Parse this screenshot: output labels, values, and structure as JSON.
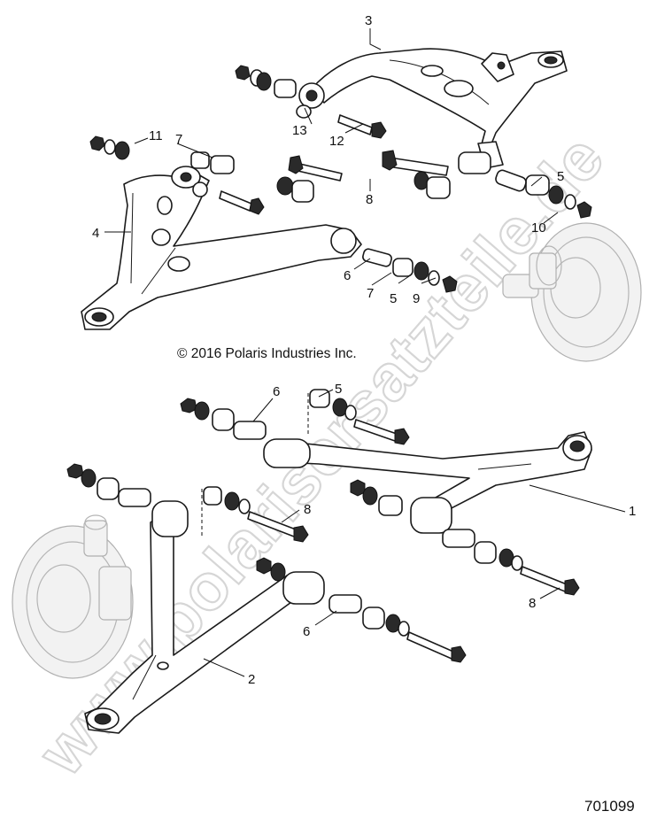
{
  "watermark": "www.polarisersatzteile.de",
  "copyright": "© 2016 Polaris Industries Inc.",
  "diagram_code": "701099",
  "callouts": {
    "c3": "3",
    "c13": "13",
    "c12": "12",
    "c11": "11",
    "c7a": "7",
    "c4": "4",
    "c8a": "8",
    "c5a": "5",
    "c10": "10",
    "c6a": "6",
    "c7b": "7",
    "c5b": "5",
    "c9": "9",
    "c5c": "5",
    "c6b": "6",
    "c8b": "8",
    "c1": "1",
    "c8c": "8",
    "c6c": "6",
    "c2": "2"
  }
}
